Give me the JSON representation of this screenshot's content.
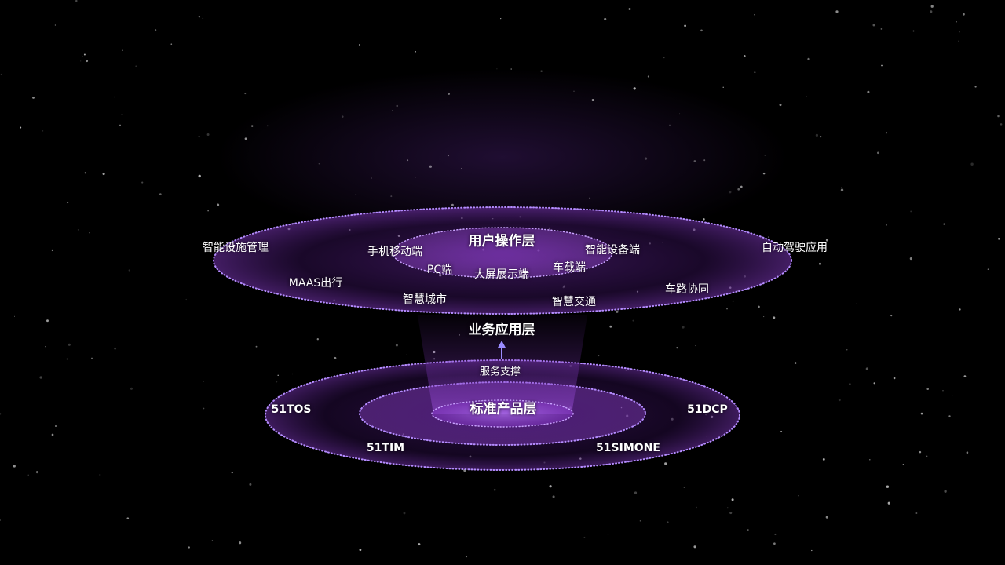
{
  "layers": {
    "user_layer": {
      "title": "用户操作层",
      "items": [
        "智能设施管理",
        "手机移动端",
        "智能设备端",
        "自动驾驶应用",
        "MAAS出行",
        "PC端",
        "大屏展示端",
        "车载端",
        "智慧城市",
        "智慧交通",
        "车路协同"
      ]
    },
    "business_layer": {
      "title": "业务应用层",
      "support_label": "服务支撑"
    },
    "product_layer": {
      "title": "标准产品层",
      "items": [
        "51TOS",
        "51DCP",
        "51TIM",
        "51SIMONE"
      ]
    }
  },
  "colors": {
    "ring_dot": "#b58cff",
    "disc_fill": "#5a1e8c",
    "arrow": "#9b8cff",
    "text": "#ffffff"
  }
}
